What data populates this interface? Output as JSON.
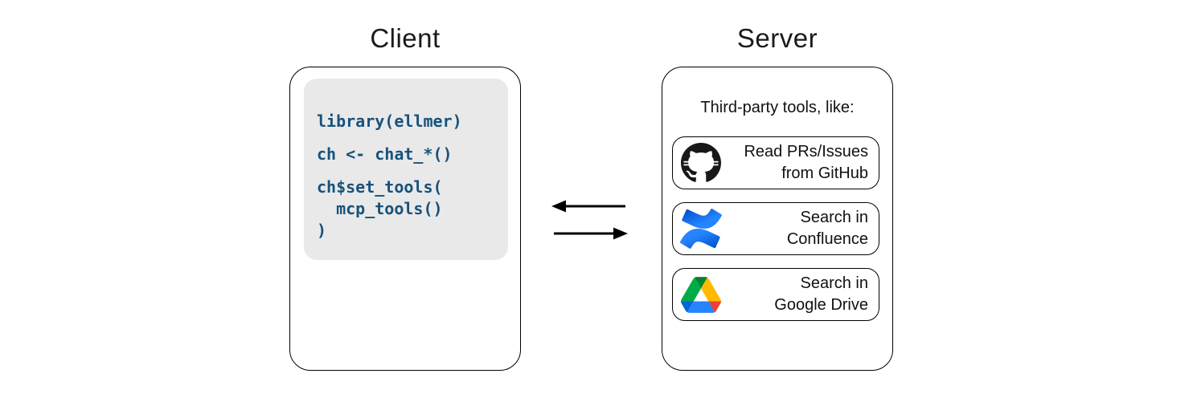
{
  "client": {
    "title": "Client",
    "code_blocks": [
      "library(ellmer)",
      "ch <- chat_*()",
      "ch$set_tools(\n  mcp_tools()\n)"
    ]
  },
  "server": {
    "title": "Server",
    "heading": "Third-party tools, like:",
    "tools": [
      {
        "icon": "github-icon",
        "label": "Read PRs/Issues\nfrom GitHub"
      },
      {
        "icon": "confluence-icon",
        "label": "Search in\nConfluence"
      },
      {
        "icon": "google-drive-icon",
        "label": "Search in\nGoogle Drive"
      }
    ]
  },
  "arrows": {
    "server_to_client_direction": "left",
    "client_to_server_direction": "right"
  },
  "colors": {
    "code_text": "#17527C",
    "code_background": "#E9E9E9",
    "box_border": "#000000",
    "arrow": "#000000",
    "text": "#111111",
    "github_black": "#191717",
    "confluence_blue": "#2684FF",
    "confluence_blue_dark": "#0052CC",
    "drive_green": "#00AC47",
    "drive_dark_green": "#00832D",
    "drive_yellow": "#FFBA00",
    "drive_blue": "#2684FC",
    "drive_dark_blue": "#0066DA",
    "drive_red": "#EA4335"
  }
}
